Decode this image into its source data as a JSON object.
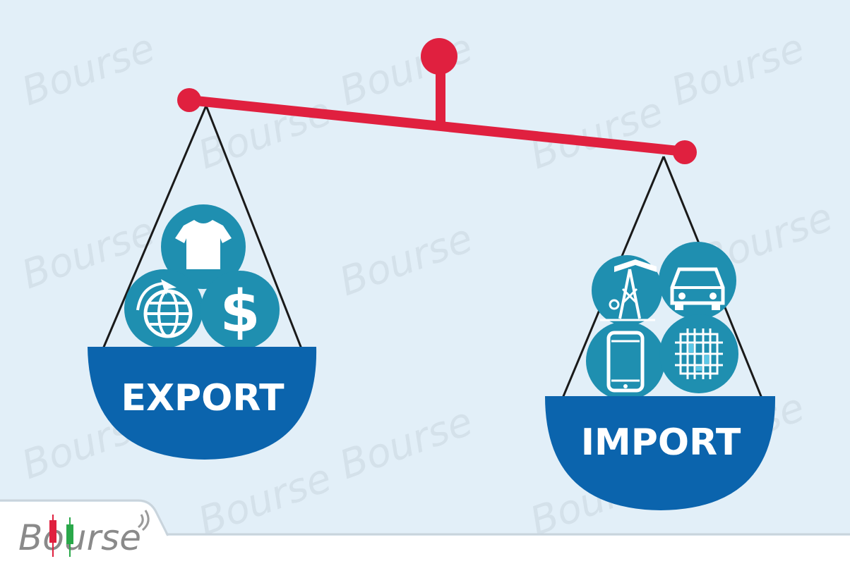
{
  "scale": {
    "left_pan_label": "EXPORT",
    "right_pan_label": "IMPORT"
  },
  "brand": {
    "logo_text": "Bourse",
    "watermark_text": "Bourse"
  },
  "colors": {
    "background": "#e2eff8",
    "beam": "#e0203f",
    "pan": "#0b64ad",
    "icon_circle": "#1f8fb0",
    "icon_stroke": "#ffffff"
  },
  "icons": {
    "export": [
      "tshirt-icon",
      "globe-plane-icon",
      "dollar-icon"
    ],
    "import": [
      "oil-pump-icon",
      "car-icon",
      "smartphone-icon",
      "circuit-chip-icon"
    ]
  }
}
